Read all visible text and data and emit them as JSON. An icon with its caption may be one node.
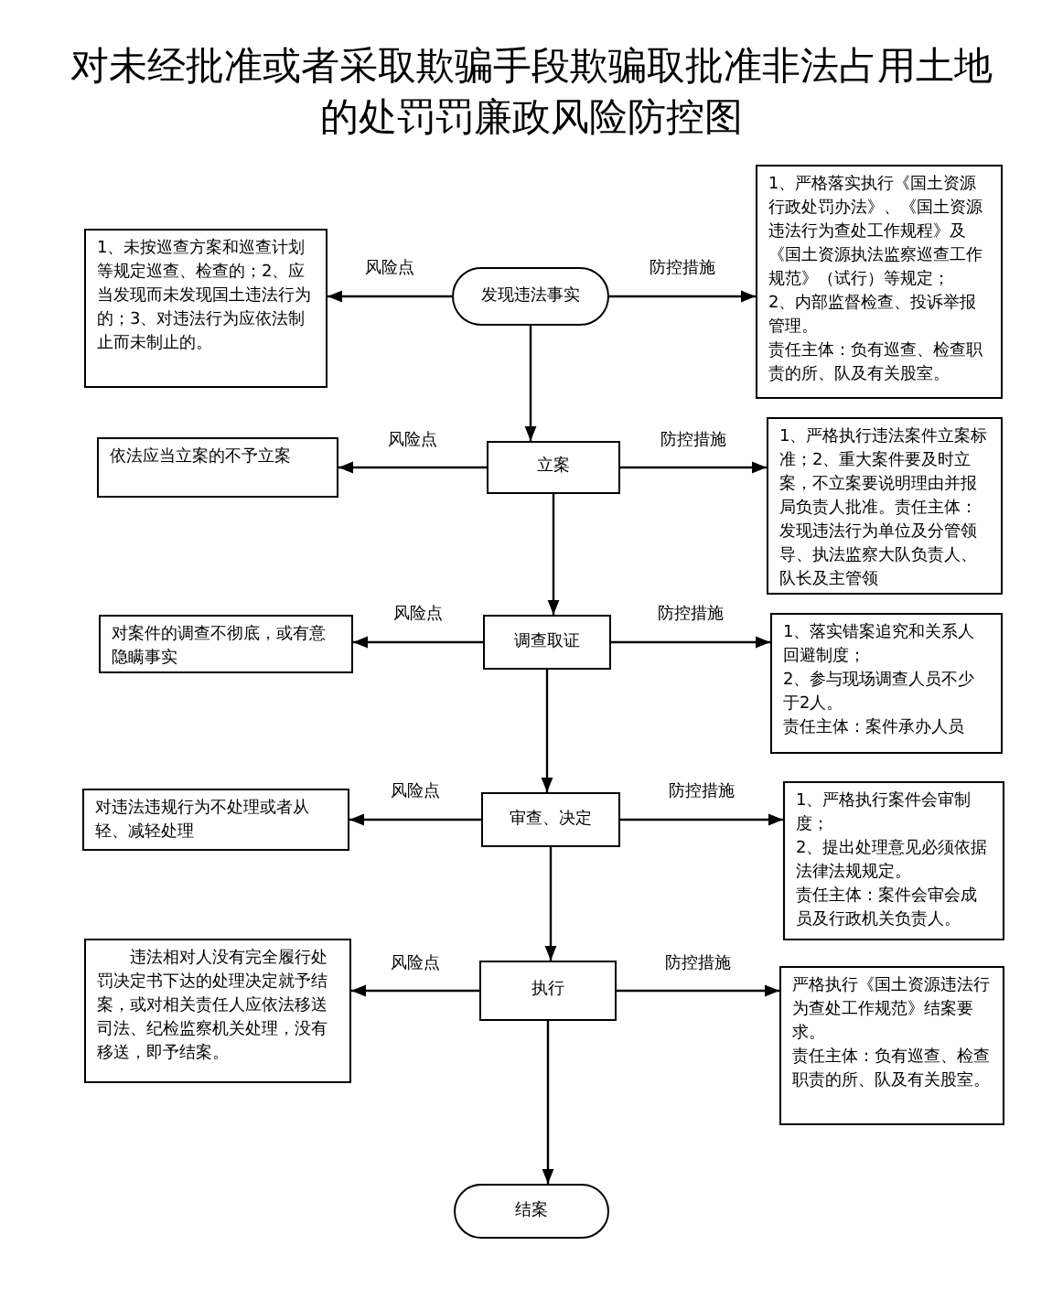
{
  "diagram": {
    "title": "对未经批准或者采取欺骗手段欺骗取批准非法占用土地的处罚罚廉政风险防控图",
    "nodes": [
      {
        "text": [
          "发现违法事实"
        ]
      },
      {
        "text": [
          "1、未按巡查方案和巡查计划等规定巡查、检查的；2、应当发现而未发现国土违法行为的；3、对违法行为应依法制止而未制止的。"
        ]
      },
      {
        "text": [
          "1、严格落实执行《国土资源行政处罚办法》、《国土资源违法行为查处工作规程》及《国土资源执法监察巡查工作规范》（试行）等规定；",
          "2、内部监督检查、投诉举报管理。",
          "责任主体：负有巡查、检查职责的所、队及有关股室。"
        ]
      },
      {
        "text": [
          "立案"
        ]
      },
      {
        "text": [
          "依法应当立案的不予立案"
        ]
      },
      {
        "text": [
          "1、严格执行违法案件立案标准；2、重大案件要及时立案，不立案要说明理由并报局负责人批准。责任主体：发现违法行为单位及分管领导、执法监察大队负责人、队长及主管领"
        ]
      },
      {
        "text": [
          "调查取证"
        ]
      },
      {
        "text": [
          "对案件的调查不彻底，或有意隐瞒事实"
        ]
      },
      {
        "text": [
          "1、落实错案追究和关系人回避制度；",
          "2、参与现场调查人员不少于2人。",
          "责任主体：案件承办人员"
        ]
      },
      {
        "text": [
          "审查、决定"
        ]
      },
      {
        "text": [
          "对违法违规行为不处理或者从轻、减轻处理"
        ]
      },
      {
        "text": [
          "1、严格执行案件会审制度；",
          "2、提出处理意见必须依据法律法规规定。",
          "责任主体：案件会审会成员及行政机关负责人。"
        ]
      },
      {
        "text": [
          "执行"
        ]
      },
      {
        "text": [
          "违法相对人没有完全履行处罚决定书下达的处理决定就予结案，或对相关责任人应依法移送司法、纪检监察机关处理，没有移送，即予结案。"
        ]
      },
      {
        "text": [
          "严格执行《国土资源违法行为查处工作规范》结案要求。",
          "责任主体：负有巡查、检查职责的所、队及有关股室。"
        ]
      },
      {
        "text": [
          "结案"
        ]
      }
    ],
    "edges": [
      {
        "from": 0,
        "to": 1,
        "arrow": "to",
        "label": "风险点"
      },
      {
        "from": 0,
        "to": 2,
        "arrow": "to",
        "label": "防控措施"
      },
      {
        "from": 0,
        "to": 3,
        "arrow": "to"
      },
      {
        "from": 3,
        "to": 4,
        "arrow": "to",
        "label": "风险点"
      },
      {
        "from": 3,
        "to": 5,
        "arrow": "to",
        "label": "防控措施"
      },
      {
        "from": 3,
        "to": 6,
        "arrow": "to"
      },
      {
        "from": 6,
        "to": 7,
        "arrow": "to",
        "label": "风险点"
      },
      {
        "from": 6,
        "to": 8,
        "arrow": "to",
        "label": "防控措施"
      },
      {
        "from": 6,
        "to": 9,
        "arrow": "to"
      },
      {
        "from": 9,
        "to": 10,
        "arrow": "to",
        "label": "风险点"
      },
      {
        "from": 9,
        "to": 11,
        "arrow": "to",
        "label": "防控措施"
      },
      {
        "from": 9,
        "to": 12,
        "arrow": "to"
      },
      {
        "from": 12,
        "to": 13,
        "arrow": "to",
        "label": "风险点"
      },
      {
        "from": 12,
        "to": 14,
        "arrow": "to",
        "label": "防控措施"
      },
      {
        "from": 12,
        "to": 15,
        "arrow": "to"
      }
    ]
  }
}
